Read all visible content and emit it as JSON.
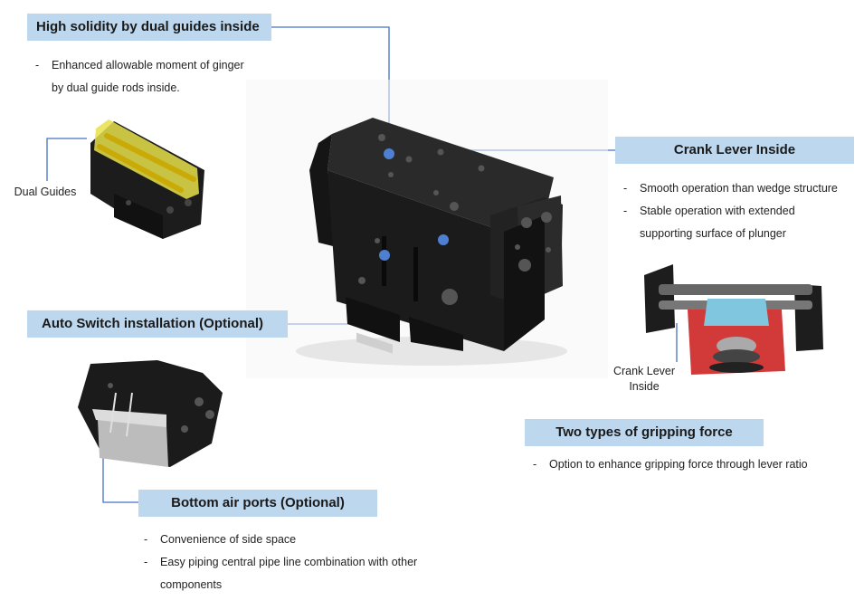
{
  "callouts": {
    "dual_guides": {
      "title": "High solidity by dual guides inside",
      "lines": [
        "Enhanced allowable moment of ginger",
        "by dual guide rods inside."
      ]
    },
    "crank_lever": {
      "title": "Crank Lever Inside",
      "bullets": [
        "Smooth operation than wedge structure",
        "Stable operation with extended"
      ],
      "continuation": "supporting surface of plunger"
    },
    "auto_switch": {
      "title": "Auto Switch installation (Optional)"
    },
    "two_types": {
      "title": "Two types of gripping force",
      "bullets": [
        "Option to enhance gripping force through lever ratio"
      ]
    },
    "bottom_ports": {
      "title": "Bottom air ports (Optional)",
      "bullets": [
        "Convenience of side space",
        "Easy piping central pipe line combination with other"
      ],
      "continuation": "components"
    }
  },
  "labels": {
    "dual_guides": "Dual Guides",
    "crank_lever_line1": "Crank Lever",
    "crank_lever_line2": "Inside"
  },
  "dash": "-",
  "colors": {
    "tag_bg": "#bdd7ee",
    "leader": "#4472c4",
    "dot": "#4f7fd0",
    "body_black": "#1c1c1c",
    "guide_yellow": "#e8e04a",
    "crank_red": "#d23a3a",
    "crank_blue": "#7fc6de"
  }
}
